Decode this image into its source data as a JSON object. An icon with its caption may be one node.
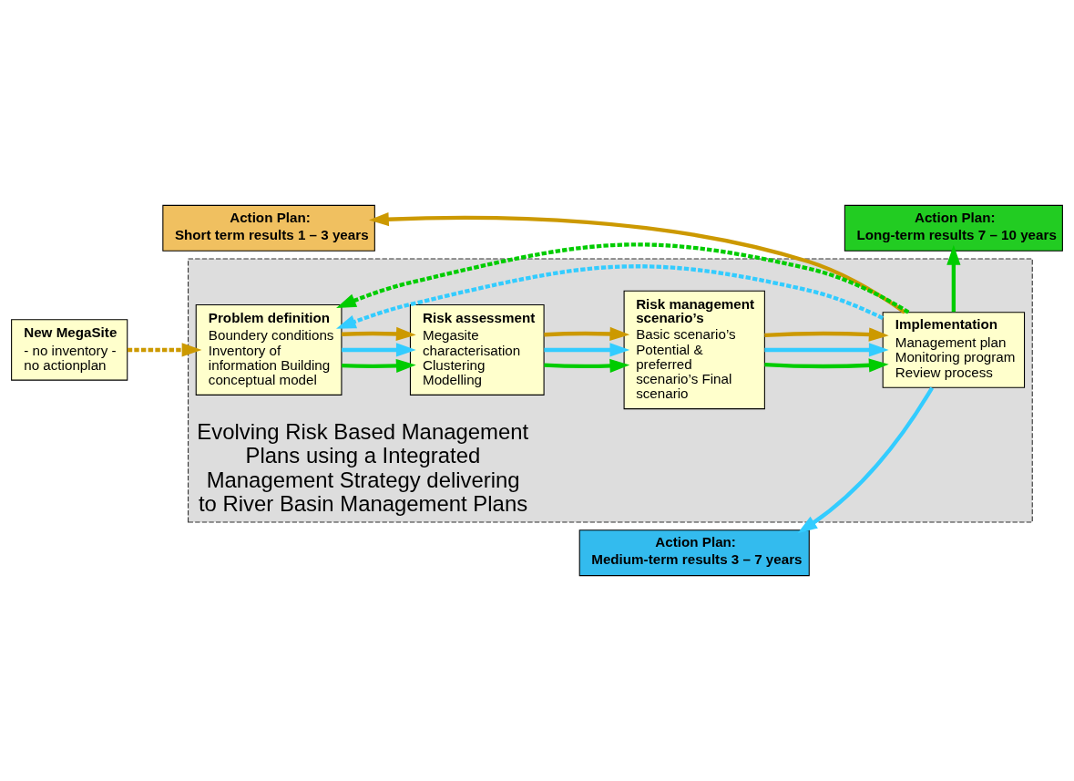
{
  "diagram": {
    "nodes": [
      {
        "text": [
          "Evolving Risk Based Management Plans using a Integrated Management Strategy delivering to River Basin Management Plans"
        ]
      },
      {
        "text": [
          "Action Plan:",
          "Short term results 1 – 3 years"
        ]
      },
      {
        "text": [
          "Action Plan:",
          "Medium-term results 3 – 7 years"
        ]
      },
      {
        "text": [
          "Action Plan:",
          "Long-term results 7 – 10 years"
        ]
      },
      {
        "text": [
          "New MegaSite",
          "- no inventory - no actionplan"
        ]
      },
      {
        "text": [
          "Problem definition",
          "Boundery conditions Inventory of information Building conceptual model"
        ],
        "in": 0
      },
      {
        "text": [
          "Risk assessment",
          "Megasite characterisation Clustering Modelling"
        ],
        "in": 0
      },
      {
        "text": [
          "Risk management scenario’s",
          "Basic scenario’s Potential & preferred scenario’s Final scenario"
        ],
        "in": 0
      },
      {
        "text": [
          "Implementation",
          "Management plan Monitoring program Review process"
        ],
        "in": 0
      }
    ],
    "edges": [
      {
        "from": 4,
        "to": 5,
        "arrow": "to",
        "style": "dashed",
        "color": "#cc9900"
      },
      {
        "from": 5,
        "to": 6,
        "arrow": "to",
        "color": "#00cc00"
      },
      {
        "from": 5,
        "to": 6,
        "arrow": "to",
        "color": "#33ccff"
      },
      {
        "from": 5,
        "to": 6,
        "arrow": "to",
        "color": "#cc9900"
      },
      {
        "from": 6,
        "to": 7,
        "arrow": "to",
        "color": "#00cc00"
      },
      {
        "from": 6,
        "to": 7,
        "arrow": "to",
        "color": "#33ccff"
      },
      {
        "from": 6,
        "to": 7,
        "arrow": "to",
        "color": "#cc9900"
      },
      {
        "from": 7,
        "to": 8,
        "arrow": "to",
        "color": "#00cc00"
      },
      {
        "from": 7,
        "to": 8,
        "arrow": "to",
        "color": "#33ccff"
      },
      {
        "from": 7,
        "to": 8,
        "arrow": "to",
        "color": "#cc9900"
      },
      {
        "from": 8,
        "to": 1,
        "arrow": "to",
        "color": "#cc9900"
      },
      {
        "from": 8,
        "to": 2,
        "arrow": "to",
        "color": "#33ccff"
      },
      {
        "from": 8,
        "to": 3,
        "arrow": "to",
        "color": "#00cc00"
      },
      {
        "from": 8,
        "to": 5,
        "arrow": "to",
        "style": "dashed",
        "color": "#33ccff"
      },
      {
        "from": 8,
        "to": 5,
        "arrow": "to",
        "style": "dashed",
        "color": "#00cc00"
      }
    ]
  }
}
